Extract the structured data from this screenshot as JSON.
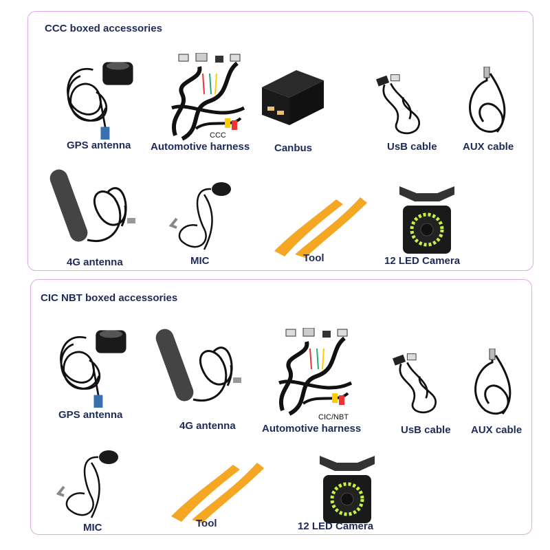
{
  "ccc": {
    "title": "CCC boxed accessories",
    "items": [
      {
        "label": "GPS antenna",
        "icon": "gps-antenna-icon"
      },
      {
        "label": "Automotive harness",
        "sublabel": "CCC",
        "icon": "harness-icon"
      },
      {
        "label": "Canbus",
        "icon": "canbus-box-icon"
      },
      {
        "label": "UsB cable",
        "icon": "usb-cable-icon"
      },
      {
        "label": "AUX cable",
        "icon": "aux-cable-icon"
      },
      {
        "label": "4G antenna",
        "icon": "4g-antenna-icon"
      },
      {
        "label": "MIC",
        "icon": "mic-icon"
      },
      {
        "label": "Tool",
        "icon": "pry-tool-icon"
      },
      {
        "label": "12 LED Camera",
        "icon": "led-camera-icon"
      }
    ]
  },
  "cic": {
    "title": "CIC NBT boxed accessories",
    "items": [
      {
        "label": "GPS antenna",
        "icon": "gps-antenna-icon"
      },
      {
        "label": "4G antenna",
        "icon": "4g-antenna-icon"
      },
      {
        "label": "Automotive harness",
        "sublabel": "CIC/NBT",
        "icon": "harness-icon"
      },
      {
        "label": "UsB cable",
        "icon": "usb-cable-icon"
      },
      {
        "label": "AUX cable",
        "icon": "aux-cable-icon"
      },
      {
        "label": "MIC",
        "icon": "mic-icon"
      },
      {
        "label": "Tool",
        "icon": "pry-tool-icon"
      },
      {
        "label": "12 LED Camera",
        "icon": "led-camera-icon"
      }
    ]
  },
  "colors": {
    "border": "#e0a8e6",
    "text": "#1e2a5a",
    "tool_orange": "#f5a623",
    "led_green": "#c8f040",
    "connector_blue": "#3a6fb0"
  }
}
